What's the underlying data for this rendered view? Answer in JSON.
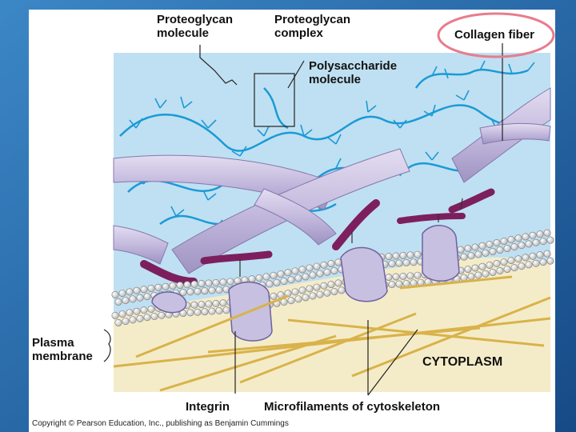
{
  "labels": {
    "proteoglycan_molecule": "Proteoglycan\nmolecule",
    "proteoglycan_complex": "Proteoglycan\ncomplex",
    "collagen_fiber": "Collagen fiber",
    "polysaccharide_molecule": "Polysaccharide\nmolecule",
    "plasma_membrane": "Plasma\nmembrane",
    "cytoplasm": "CYTOPLASM",
    "integrin": "Integrin",
    "microfilaments": "Microfilaments of cytoskeleton",
    "copyright": "Copyright © Pearson Education, Inc., publishing as Benjamin Cummings"
  },
  "colors": {
    "slide_background": "#1f5f9e",
    "panel": "#ffffff",
    "extracellular": "#bfe0f2",
    "cytoplasm": "#f4ecc8",
    "proteoglycan": "#1b9ad6",
    "collagen": "#c9c0df",
    "integrin": "#c7c0e0",
    "fibronectin": "#7d1f5e",
    "microfilament": "#d9b24a",
    "highlight_ring": "#e87c8c"
  }
}
